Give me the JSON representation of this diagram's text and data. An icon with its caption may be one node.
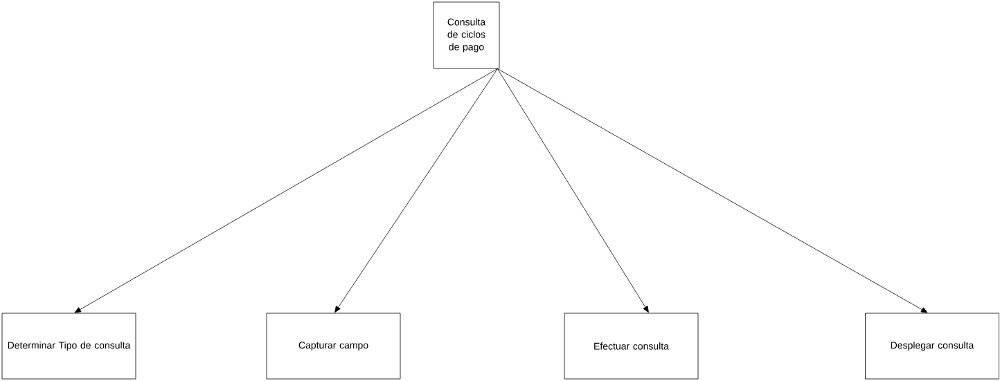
{
  "diagram": {
    "nodes": [
      {
        "text": [
          "Consulta de ciclos de pago"
        ]
      },
      {
        "text": [
          "Determinar Tipo de consulta"
        ]
      },
      {
        "text": [
          "Capturar campo"
        ]
      },
      {
        "text": [
          "Efectuar consulta"
        ]
      },
      {
        "text": [
          "Desplegar consulta"
        ]
      }
    ],
    "edges": [
      {
        "from": 0,
        "to": 1,
        "arrow": "to"
      },
      {
        "from": 0,
        "to": 2,
        "arrow": "to"
      },
      {
        "from": 0,
        "to": 3,
        "arrow": "to"
      },
      {
        "from": 0,
        "to": 4,
        "arrow": "to"
      }
    ]
  }
}
